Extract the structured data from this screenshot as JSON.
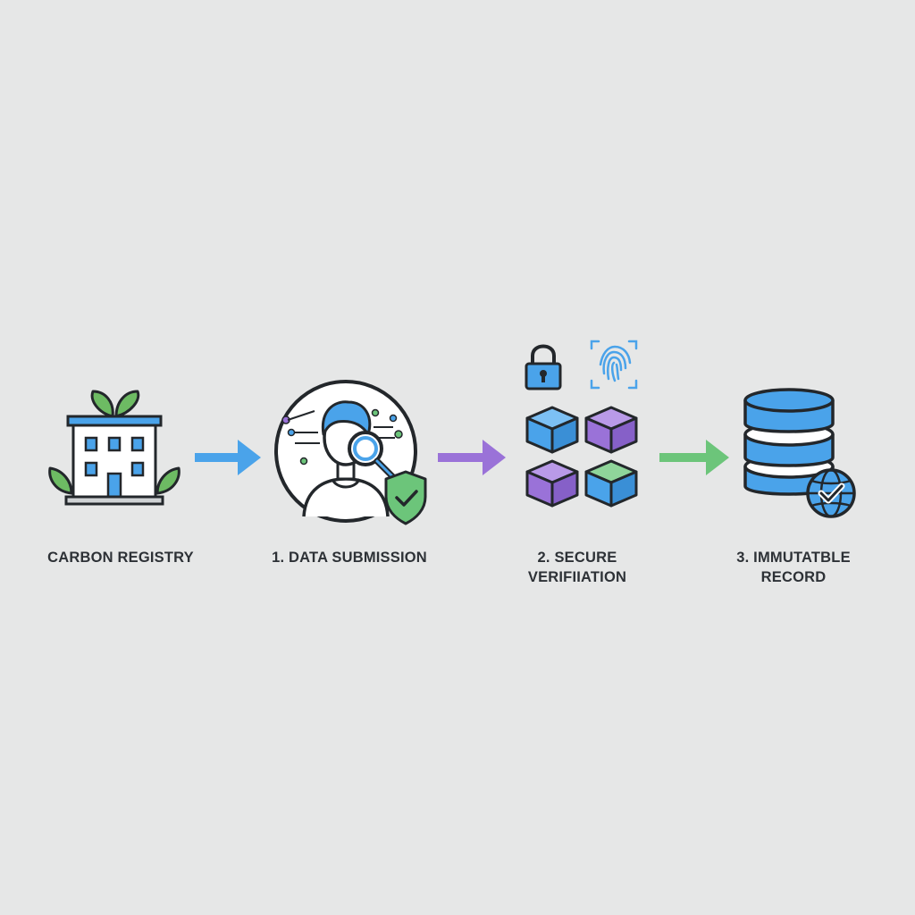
{
  "steps": [
    {
      "label_lines": [
        "CARBON REGISTRY"
      ]
    },
    {
      "label_lines": [
        "1. DATA SUBMISSION"
      ]
    },
    {
      "label_lines": [
        "2. SECURE",
        "VERIFIIATION"
      ]
    },
    {
      "label_lines": [
        "3. IMMUTATBLE",
        "RECORD"
      ]
    }
  ],
  "icons": {
    "step_1": "building-with-leaves-icon",
    "step_2": "person-with-magnifier-and-shield-icon",
    "step_3": "blockchain-blocks-with-lock-and-fingerprint-icon",
    "step_4": "database-with-globe-check-icon"
  },
  "colors": {
    "background": "#e6e7e7",
    "outline": "#23272b",
    "blue": "#4aa3ea",
    "purple": "#9a72d8",
    "green": "#6cc57a",
    "leaf_green": "#6dbb63",
    "text": "#2d3136"
  }
}
